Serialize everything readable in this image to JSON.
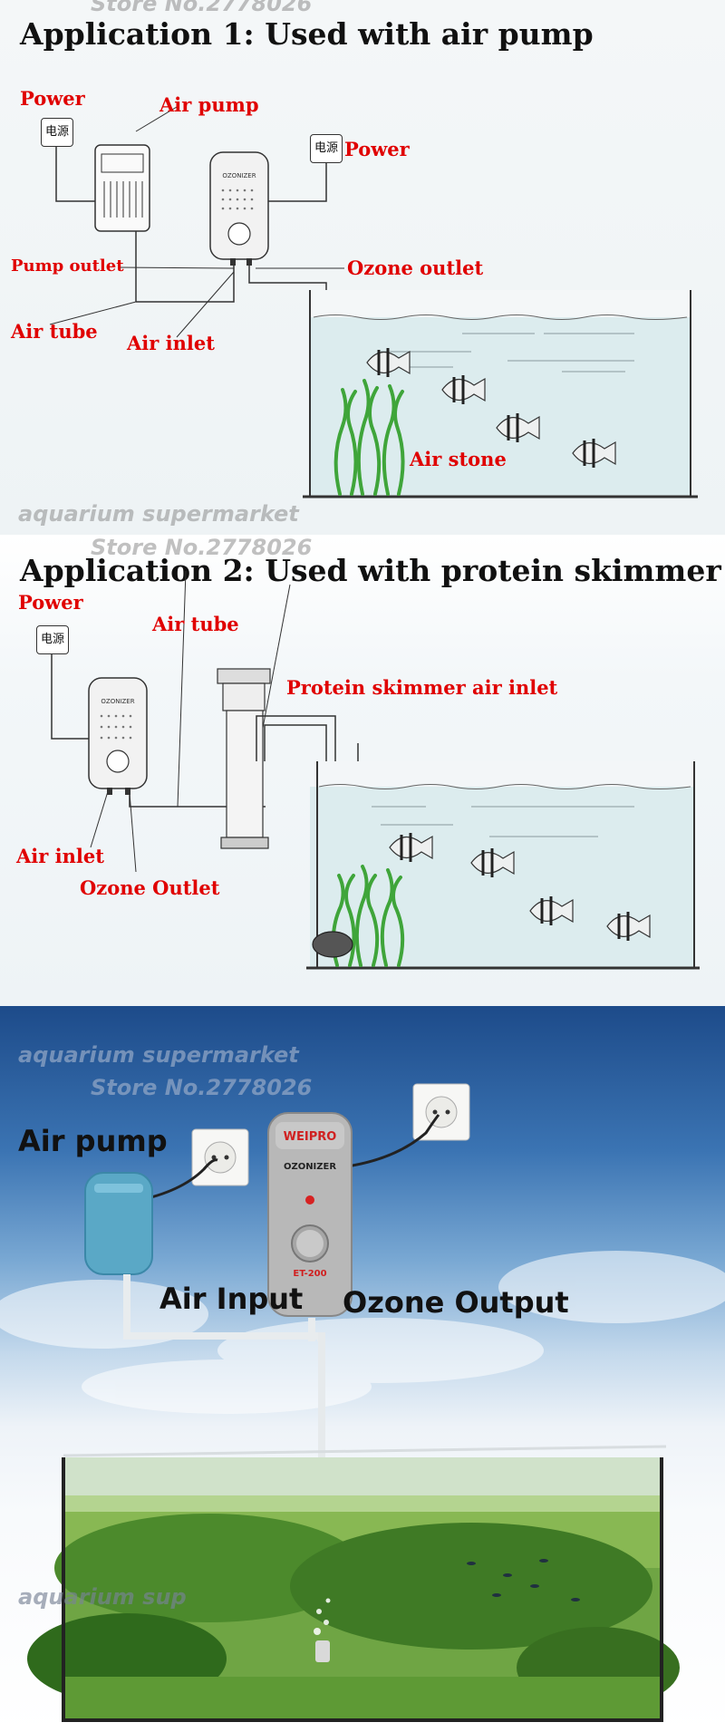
{
  "watermarks": {
    "store": "Store No.2778026",
    "market": "aquarium supermarket",
    "market_partial": "aquarium sup"
  },
  "section1": {
    "title": "Application 1: Used with air pump",
    "labels": {
      "power_left": "Power",
      "air_pump": "Air pump",
      "power_right": "Power",
      "pump_outlet": "Pump outlet",
      "ozone_outlet": "Ozone outlet",
      "air_tube": "Air tube",
      "air_inlet": "Air inlet",
      "air_stone": "Air stone"
    },
    "plug_text": "电源"
  },
  "section2": {
    "title": "Application 2: Used with protein skimmer",
    "labels": {
      "power": "Power",
      "air_tube": "Air tube",
      "skimmer_inlet": "Protein skimmer air inlet",
      "air_inlet": "Air inlet",
      "ozone_outlet": "Ozone Outlet"
    },
    "plug_text": "电源"
  },
  "section3": {
    "labels": {
      "air_pump": "Air pump",
      "air_input": "Air Input",
      "ozone_output": "Ozone Output"
    },
    "device": {
      "brand": "WEIPRO",
      "name": "OZONIZER",
      "model": "ET-200"
    }
  },
  "ozonizer_small_text": "OZONIZER",
  "colors": {
    "label_red": "#e00000",
    "sky_top": "#1f4f8e",
    "sky_bottom": "#dce8f3",
    "water": "#d9eef4",
    "plant": "#3fa53a"
  }
}
